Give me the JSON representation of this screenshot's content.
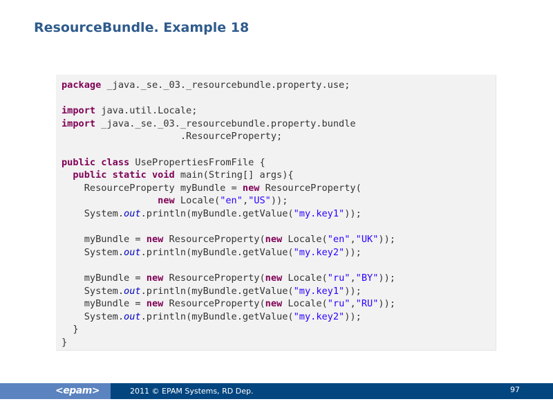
{
  "slide": {
    "title": "ResourceBundle. Example 18"
  },
  "code": {
    "language": "java",
    "lines": [
      [
        {
          "t": "kw",
          "v": "package"
        },
        {
          "t": "plain",
          "v": " _java._se._03._resourcebundle.property.use;"
        }
      ],
      [],
      [
        {
          "t": "kw",
          "v": "import"
        },
        {
          "t": "plain",
          "v": " java.util.Locale;"
        }
      ],
      [
        {
          "t": "kw",
          "v": "import"
        },
        {
          "t": "plain",
          "v": " _java._se._03._resourcebundle.property.bundle"
        }
      ],
      [
        {
          "t": "plain",
          "v": "                     .ResourceProperty;"
        }
      ],
      [],
      [
        {
          "t": "kw",
          "v": "public"
        },
        {
          "t": "plain",
          "v": " "
        },
        {
          "t": "kw",
          "v": "class"
        },
        {
          "t": "plain",
          "v": " UsePropertiesFromFile {"
        }
      ],
      [
        {
          "t": "plain",
          "v": "  "
        },
        {
          "t": "kw",
          "v": "public"
        },
        {
          "t": "plain",
          "v": " "
        },
        {
          "t": "kw",
          "v": "static"
        },
        {
          "t": "plain",
          "v": " "
        },
        {
          "t": "kw",
          "v": "void"
        },
        {
          "t": "plain",
          "v": " main(String[] args){"
        }
      ],
      [
        {
          "t": "plain",
          "v": "    ResourceProperty myBundle = "
        },
        {
          "t": "kw",
          "v": "new"
        },
        {
          "t": "plain",
          "v": " ResourceProperty("
        }
      ],
      [
        {
          "t": "plain",
          "v": "                 "
        },
        {
          "t": "kw",
          "v": "new"
        },
        {
          "t": "plain",
          "v": " Locale("
        },
        {
          "t": "str",
          "v": "\"en\""
        },
        {
          "t": "plain",
          "v": ","
        },
        {
          "t": "str",
          "v": "\"US\""
        },
        {
          "t": "plain",
          "v": "));"
        }
      ],
      [
        {
          "t": "plain",
          "v": "    System."
        },
        {
          "t": "fld",
          "v": "out"
        },
        {
          "t": "plain",
          "v": ".println(myBundle.getValue("
        },
        {
          "t": "str",
          "v": "\"my.key1\""
        },
        {
          "t": "plain",
          "v": "));"
        }
      ],
      [],
      [
        {
          "t": "plain",
          "v": "    myBundle = "
        },
        {
          "t": "kw",
          "v": "new"
        },
        {
          "t": "plain",
          "v": " ResourceProperty("
        },
        {
          "t": "kw",
          "v": "new"
        },
        {
          "t": "plain",
          "v": " Locale("
        },
        {
          "t": "str",
          "v": "\"en\""
        },
        {
          "t": "plain",
          "v": ","
        },
        {
          "t": "str",
          "v": "\"UK\""
        },
        {
          "t": "plain",
          "v": "));"
        }
      ],
      [
        {
          "t": "plain",
          "v": "    System."
        },
        {
          "t": "fld",
          "v": "out"
        },
        {
          "t": "plain",
          "v": ".println(myBundle.getValue("
        },
        {
          "t": "str",
          "v": "\"my.key2\""
        },
        {
          "t": "plain",
          "v": "));"
        }
      ],
      [],
      [
        {
          "t": "plain",
          "v": "    myBundle = "
        },
        {
          "t": "kw",
          "v": "new"
        },
        {
          "t": "plain",
          "v": " ResourceProperty("
        },
        {
          "t": "kw",
          "v": "new"
        },
        {
          "t": "plain",
          "v": " Locale("
        },
        {
          "t": "str",
          "v": "\"ru\""
        },
        {
          "t": "plain",
          "v": ","
        },
        {
          "t": "str",
          "v": "\"BY\""
        },
        {
          "t": "plain",
          "v": "));"
        }
      ],
      [
        {
          "t": "plain",
          "v": "    System."
        },
        {
          "t": "fld",
          "v": "out"
        },
        {
          "t": "plain",
          "v": ".println(myBundle.getValue("
        },
        {
          "t": "str",
          "v": "\"my.key1\""
        },
        {
          "t": "plain",
          "v": "));"
        }
      ],
      [
        {
          "t": "plain",
          "v": "    myBundle = "
        },
        {
          "t": "kw",
          "v": "new"
        },
        {
          "t": "plain",
          "v": " ResourceProperty("
        },
        {
          "t": "kw",
          "v": "new"
        },
        {
          "t": "plain",
          "v": " Locale("
        },
        {
          "t": "str",
          "v": "\"ru\""
        },
        {
          "t": "plain",
          "v": ","
        },
        {
          "t": "str",
          "v": "\"RU\""
        },
        {
          "t": "plain",
          "v": "));"
        }
      ],
      [
        {
          "t": "plain",
          "v": "    System."
        },
        {
          "t": "fld",
          "v": "out"
        },
        {
          "t": "plain",
          "v": ".println(myBundle.getValue("
        },
        {
          "t": "str",
          "v": "\"my.key2\""
        },
        {
          "t": "plain",
          "v": "));"
        }
      ],
      [
        {
          "t": "plain",
          "v": "  }"
        }
      ],
      [
        {
          "t": "plain",
          "v": "}"
        }
      ]
    ]
  },
  "footer": {
    "logo_text": "<epam>",
    "copyright": "2011 © EPAM Systems, RD Dep.",
    "page_number": "97"
  },
  "colors": {
    "title": "#2f5b8c",
    "keyword": "#7f0055",
    "string": "#2a00ff",
    "static_field": "#0000c0",
    "code_background": "#f2f2f2",
    "footer_dark": "#03457f",
    "footer_light": "#5b83bf"
  }
}
